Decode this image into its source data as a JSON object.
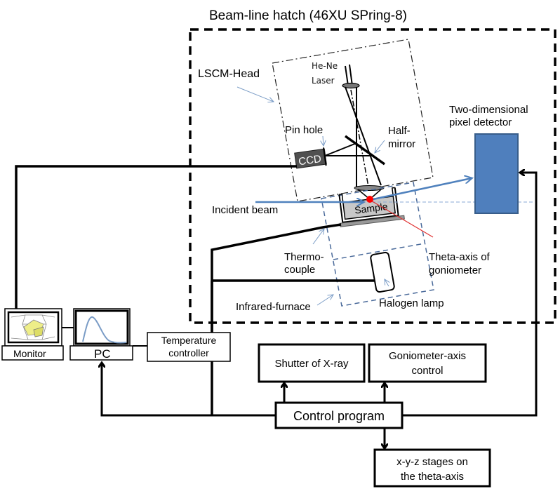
{
  "diagram": {
    "hatch_title": "Beam-line hatch (46XU SPring-8)",
    "labels": {
      "lscm_head": "LSCM-Head",
      "laser_line1": "He-Ne",
      "laser_line2": "Laser",
      "pin_hole": "Pin hole",
      "half_mirror_line1": "Half-",
      "half_mirror_line2": "mirror",
      "ccd": "CCD",
      "detector_line1": "Two-dimensional",
      "detector_line2": "pixel detector",
      "incident_beam": "Incident beam",
      "sample": "Sample",
      "thermo_line1": "Thermo-",
      "thermo_line2": "couple",
      "theta_line1": "Theta-axis of",
      "theta_line2": "goniometer",
      "infrared_furnace": "Infrared-furnace",
      "halogen_lamp": "Halogen lamp"
    },
    "boxes": {
      "monitor": "Monitor",
      "pc": "PC",
      "temp_line1": "Temperature",
      "temp_line2": "controller",
      "shutter": "Shutter of X-ray",
      "gonio_line1": "Goniometer-axis",
      "gonio_line2": "control",
      "control_program": "Control program",
      "stages_line1": "x-y-z stages on",
      "stages_line2": "the theta-axis"
    },
    "colors": {
      "beam": "#4f81bd",
      "detector_fill": "#4f7fbd",
      "detector_stroke": "#385d8a",
      "theta_line": "#e03030",
      "theta_dot": "#ff0000",
      "ccd_fill": "#505050",
      "furnace_dash": "#4a6a9a"
    }
  }
}
